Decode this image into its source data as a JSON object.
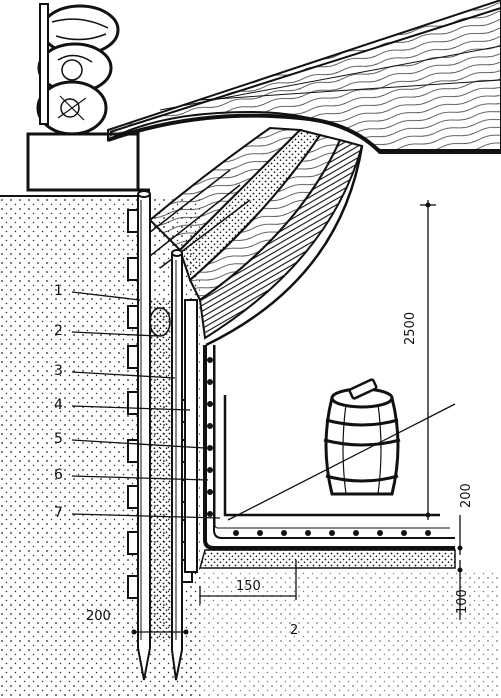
{
  "callouts": [
    "1",
    "2",
    "3",
    "4",
    "5",
    "6",
    "7"
  ],
  "dimensions": {
    "cellar_height": "2500",
    "floor_layer": "200",
    "base_layer": "100",
    "wall_gap": "150",
    "outer_wall_thickness": "200"
  },
  "floor_label": "2",
  "colors": {
    "ink": "#111111",
    "paper": "#ffffff"
  }
}
